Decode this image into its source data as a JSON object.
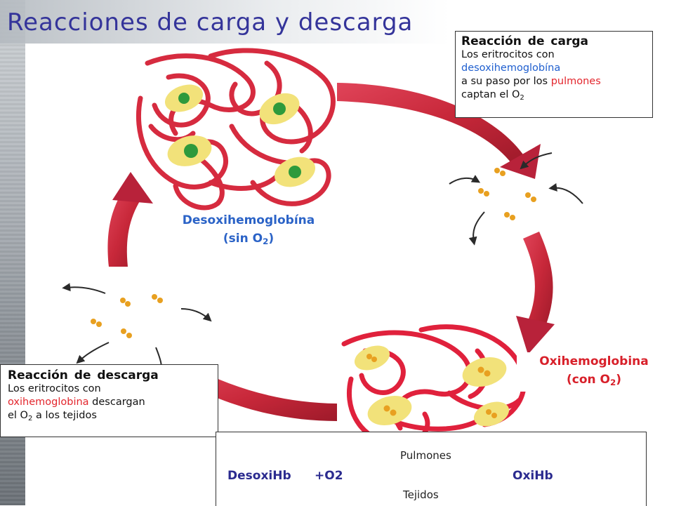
{
  "title": "Reacciones de carga y descarga",
  "charge_box": {
    "heading": "Reacción de carga",
    "line1": "Los eritrocitos con",
    "line2": "desoxihemoglobína",
    "line3_prefix": "a su paso por los",
    "line3_highlight": "pulmones",
    "line4_prefix": "captan el O",
    "line4_sub": "2"
  },
  "discharge_box": {
    "heading": "Reacción de descarga",
    "line1": "Los eritrocitos con",
    "line2_highlight": "oxihemoglobina",
    "line2_suffix": "descargan",
    "line3_prefix": "el O",
    "line3_sub": "2",
    "line3_suffix": "a los tejidos"
  },
  "desoxi_label": {
    "name": "Desoxihemoglobína",
    "paren_prefix": "(sin O",
    "paren_sub": "2",
    "paren_suffix": ")"
  },
  "oxi_label": {
    "name": "Oxihemoglobina",
    "paren_prefix": "(con O",
    "paren_sub": "2",
    "paren_suffix": ")"
  },
  "equation": {
    "left": "DesoxiHb",
    "plus": "+O2",
    "right": "OxiHb",
    "forward_label": "Pulmones",
    "reverse_label": "Tejidos"
  },
  "colors": {
    "title": "#34349a",
    "cycle_arrow": "#c8283a",
    "protein": "#d62b3f",
    "cell": "#f2e27a",
    "nucleus": "#2e9a3c",
    "oxygen": "#e8a020",
    "equation_arrow": "#1f1f8a"
  }
}
